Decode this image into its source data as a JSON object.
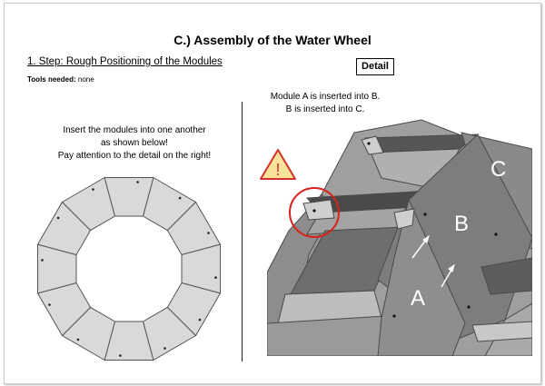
{
  "header": {
    "title": "C.) Assembly of the Water Wheel",
    "step_title": "1. Step: Rough Positioning of the Modules",
    "tools_label": "Tools needed:",
    "tools_value": "none",
    "detail_label": "Detail"
  },
  "instructions": {
    "lines": [
      "Insert the modules into one another",
      "as shown below!",
      "Pay attention to the detail on the right!"
    ]
  },
  "detail_note": {
    "lines": [
      "Module A is inserted into B.",
      "B is inserted into C."
    ]
  },
  "module_labels": {
    "a": "A",
    "b": "B",
    "c": "C"
  },
  "warning": {
    "symbol": "!",
    "icon": "warning-triangle-icon",
    "color": "#f7e39a",
    "stroke": "#d3312b"
  },
  "colors": {
    "module_fill": "#d9d9d9",
    "module_dark": "#8c8c8c",
    "module_mid": "#a8a8a8",
    "highlight_circle": "#d9201a"
  }
}
